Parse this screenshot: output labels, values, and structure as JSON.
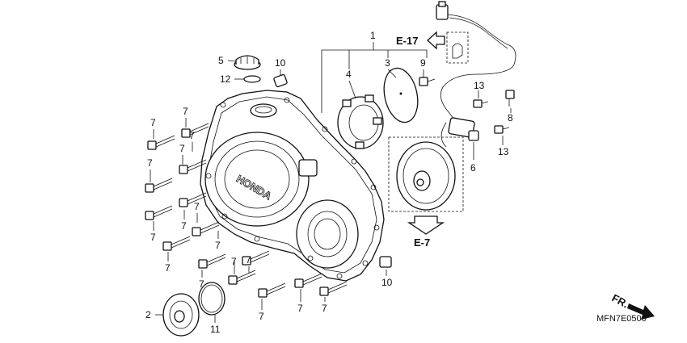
{
  "callouts": {
    "n1": "1",
    "n2": "2",
    "n3": "3",
    "n4": "4",
    "n5": "5",
    "n6": "6",
    "n7": "7",
    "n8": "8",
    "n9": "9",
    "n10": "10",
    "n11": "11",
    "n12": "12",
    "n13": "13"
  },
  "refs": {
    "e17": "E-17",
    "e7": "E-7",
    "fr": "FR."
  },
  "diagram_code": "MFN7E0500",
  "cover_logo_text": "HONDA"
}
